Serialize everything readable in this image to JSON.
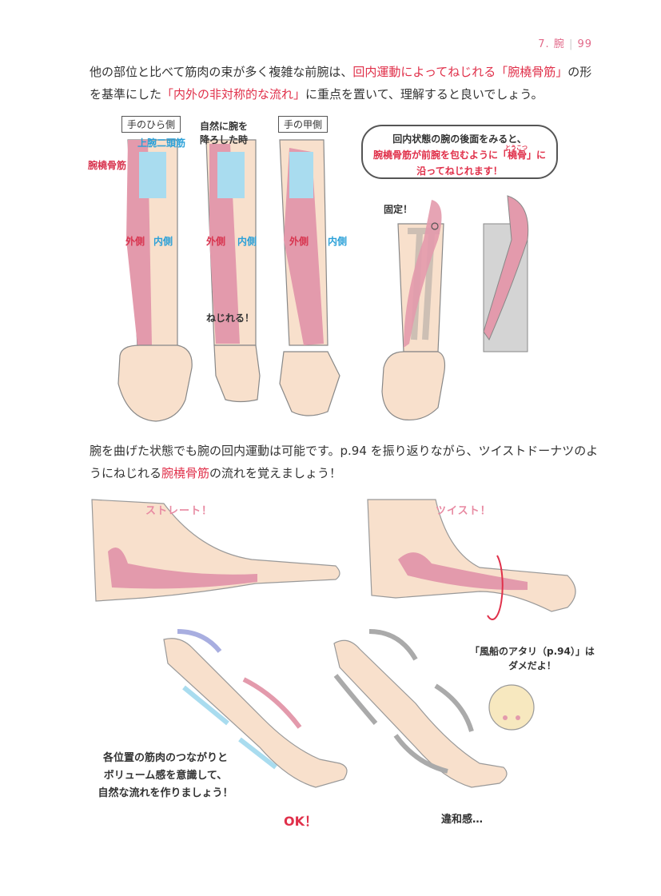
{
  "header": {
    "chapter": "7. 腕",
    "page": "99"
  },
  "intro": {
    "part1": "他の部位と比べて筋肉の束が多く複雑な前腕は、",
    "red1": "回内運動によってねじれる「腕橈骨筋」",
    "part2": "の形を基準にした",
    "red2": "「内外の非対称的な流れ」",
    "part3": "に重点を置いて、理解すると良いでしょう。"
  },
  "fig1": {
    "palm_label": "手のひら側",
    "natural_label_l1": "自然に腕を",
    "natural_label_l2": "降ろした時",
    "back_label": "手の甲側",
    "biceps": "上腕二頭筋",
    "brachioradialis": "腕橈骨筋",
    "outer": "外側",
    "inner": "内側",
    "twist": "ねじれる！",
    "fixed": "固定！"
  },
  "bubble": {
    "line1": "回内状態の腕の後面をみると、",
    "line2_red": "腕橈骨筋が前腕を包むように「橈骨」に",
    "ruby": "とうこつ",
    "line3": "沿ってねじれます！"
  },
  "middle": {
    "part1": "腕を曲げた状態でも腕の回内運動は可能です。p.94 を振り返りながら、ツイストドーナツのようにねじれる",
    "red": "腕橈骨筋",
    "part2": "の流れを覚えましょう！"
  },
  "fig2": {
    "straight": "ストレート！",
    "twist": "ツイスト！"
  },
  "fig3": {
    "caption_l1": "各位置の筋肉のつながりと",
    "caption_l2": "ボリューム感を意識して、",
    "caption_l3": "自然な流れを作りましょう！",
    "ok": "OK！",
    "ng": "違和感…",
    "balloon_l1": "「風船のアタリ（p.94）」は",
    "balloon_l2": "ダメだよ！"
  },
  "colors": {
    "muscle": "#e39aac",
    "skin": "#f8e0cc",
    "biceps": "#a9dcef",
    "accent": "#e0304a",
    "blue": "#2aa0d8"
  }
}
